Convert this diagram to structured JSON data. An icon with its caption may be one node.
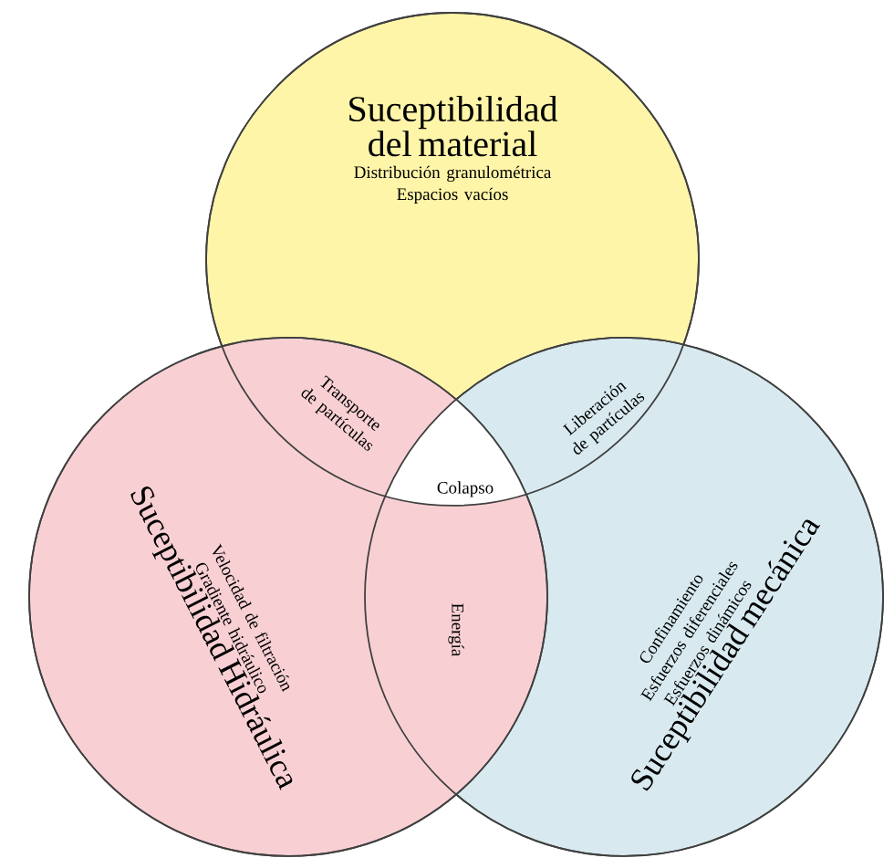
{
  "diagram": {
    "nodes": [
      {
        "text": [
          "Suceptibilidad del material",
          "Distribución granulométrica",
          "Espacios vacíos"
        ]
      },
      {
        "text": [
          "Velocidad de filtración",
          "Gradiente hidráulico",
          "Suceptibilidad Hidráulica"
        ]
      },
      {
        "text": [
          "Confinamiento",
          "Esfuerzos diferenciales",
          "Esfuerzos dinámicos",
          "Suceptibilidad mecánica"
        ]
      }
    ],
    "labels": [
      "Transporte de partículas",
      "Liberación de partículas",
      "Colapso",
      "Energía"
    ]
  }
}
